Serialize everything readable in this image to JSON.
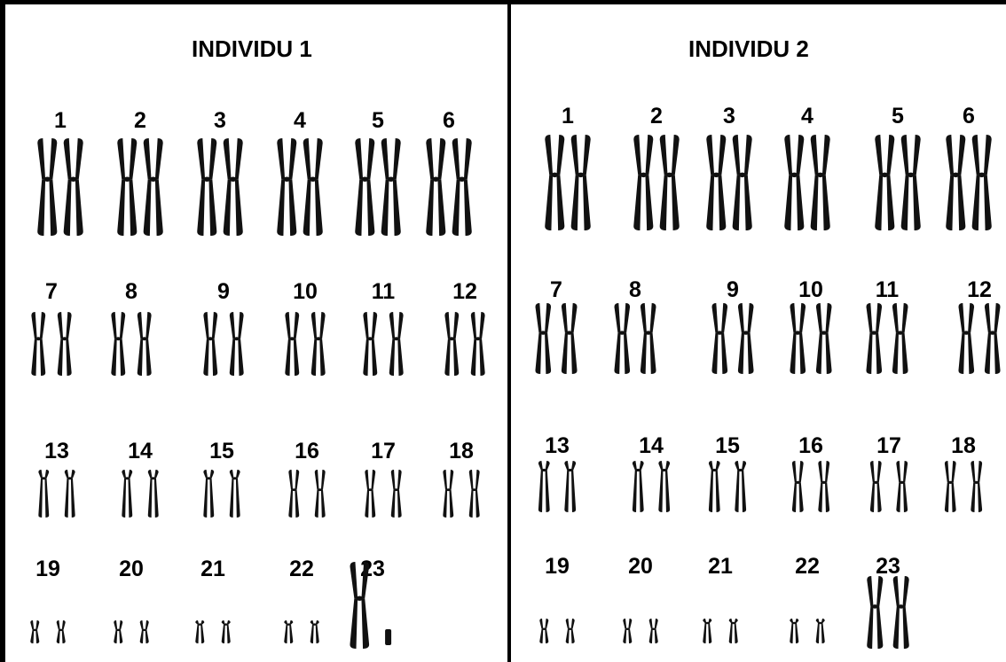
{
  "panels": [
    {
      "title": "INDIVIDU 1",
      "chromosomes": [
        "1",
        "2",
        "3",
        "4",
        "5",
        "6",
        "7",
        "8",
        "9",
        "10",
        "11",
        "12",
        "13",
        "14",
        "15",
        "16",
        "17",
        "18",
        "19",
        "20",
        "21",
        "22",
        "23"
      ]
    },
    {
      "title": "INDIVIDU 2",
      "chromosomes": [
        "1",
        "2",
        "3",
        "4",
        "5",
        "6",
        "7",
        "8",
        "9",
        "10",
        "11",
        "12",
        "13",
        "14",
        "15",
        "16",
        "17",
        "18",
        "19",
        "20",
        "21",
        "22",
        "23"
      ]
    }
  ],
  "colors": {
    "chromosome": "#111111",
    "line": "#000000",
    "background": "#ffffff"
  }
}
